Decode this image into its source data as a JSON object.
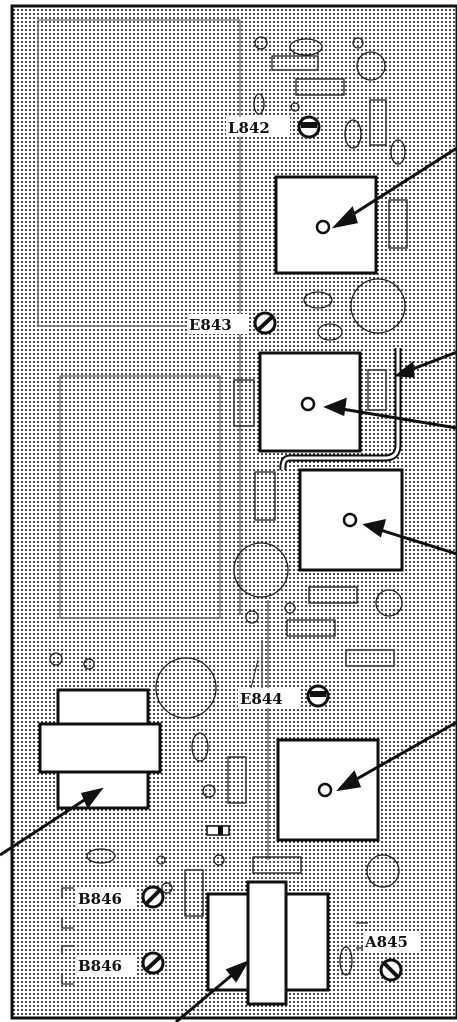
{
  "labels": {
    "l842": "L842",
    "e843": "E843",
    "e844": "E844",
    "b846_top": "B846",
    "b846_bottom": "B846",
    "a845": "A845"
  },
  "colors": {
    "ink": "#111111",
    "board": "#ffffff",
    "dots": "#1a1a1a"
  }
}
